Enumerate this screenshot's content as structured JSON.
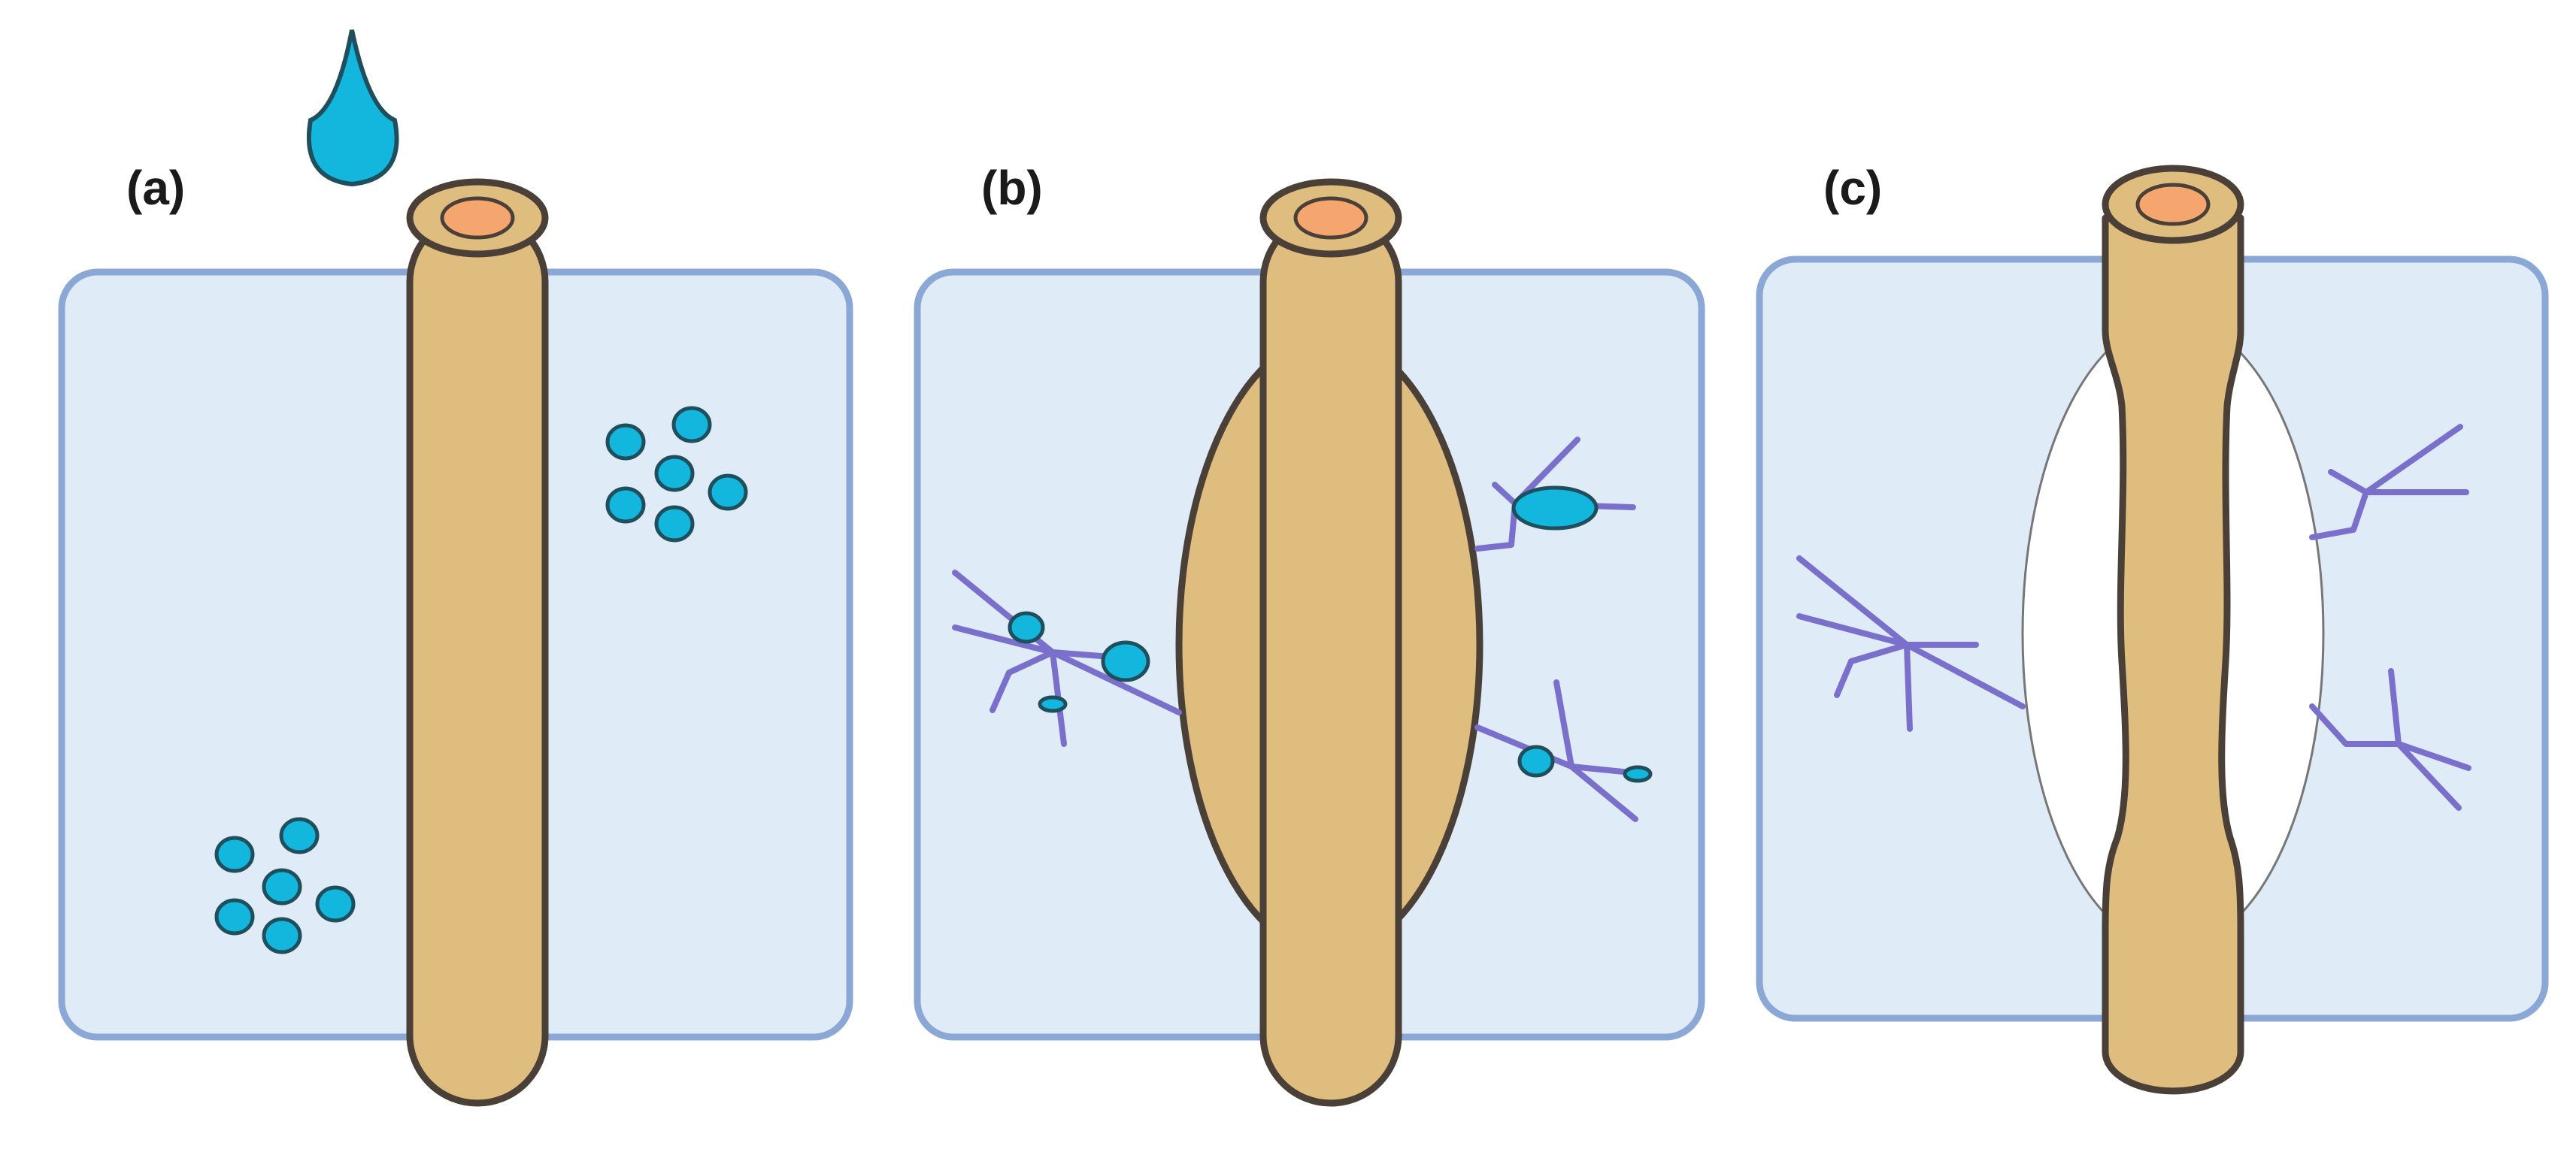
{
  "panels": [
    {
      "id": "a",
      "label": "(a)"
    },
    {
      "id": "b",
      "label": "(b)"
    },
    {
      "id": "c",
      "label": "(c)"
    }
  ],
  "colors": {
    "box_fill": "#dfecf8",
    "box_stroke": "#8aa7d6",
    "pipe_fill": "#dfbd7f",
    "pipe_stroke": "#4a4038",
    "pipe_core": "#f4a66e",
    "droplet_fill": "#13b6dd",
    "droplet_stroke": "#1f4f5c",
    "crack_branch": "#7a70cc",
    "void_fill": "#ffffff",
    "void_stroke": "#777777"
  },
  "icons": {
    "water_drop": "water-drop-icon"
  }
}
